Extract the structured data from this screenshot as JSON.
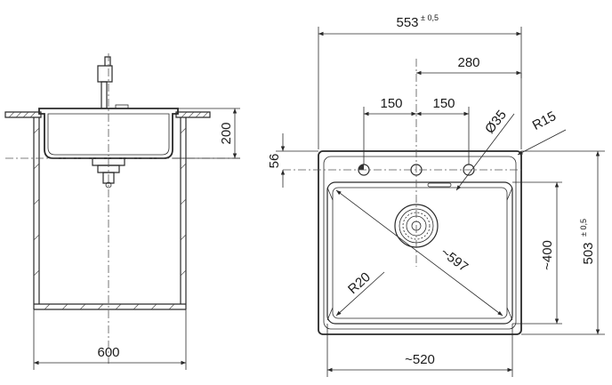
{
  "dimensions": {
    "overall_width": "553",
    "overall_width_tol": "± 0,5",
    "overall_depth": "503",
    "overall_depth_tol": "± 0,5",
    "tap_offset": "280",
    "hole_spacing_left": "150",
    "hole_spacing_right": "150",
    "hole_diameter": "Ø35",
    "corner_radius_outer": "R15",
    "hole_row_offset": "56",
    "bowl_depth": "200",
    "cabinet_width": "600",
    "bowl_width": "~520",
    "bowl_length": "~400",
    "bowl_diagonal": "~597",
    "bowl_corner_radius": "R20"
  }
}
